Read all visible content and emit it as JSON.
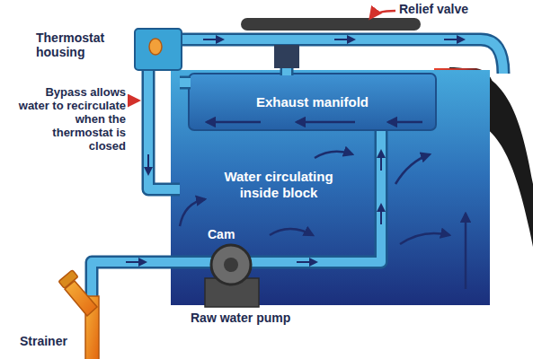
{
  "diagram": {
    "nodes": [
      {
        "text": [
          "Water circulating inside block"
        ]
      },
      {
        "text": [
          "Exhaust manifold"
        ],
        "in": 0
      }
    ],
    "labels": [
      "Relief valve",
      "Thermostat housing",
      "Bypass allows water to recirculate when the thermostat is closed",
      "Cam",
      "Raw water pump",
      "Strainer"
    ]
  }
}
